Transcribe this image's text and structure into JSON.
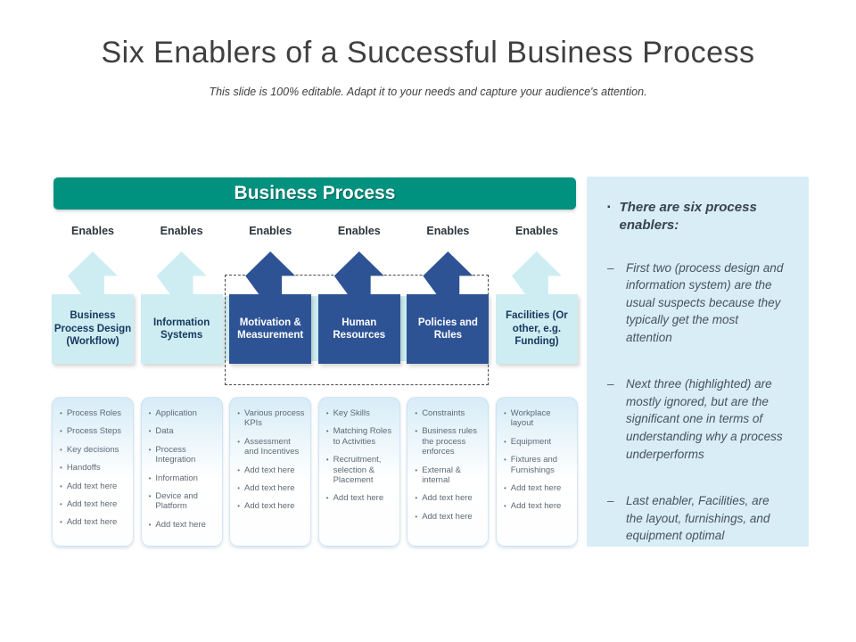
{
  "slide": {
    "title": "Six Enablers of a Successful Business Process",
    "subtitle": "This slide is 100% editable. Adapt it to your needs and capture your audience's attention."
  },
  "markers": {
    "card": "•",
    "heading": "▪",
    "point": "–"
  },
  "diagram": {
    "banner": "Business Process",
    "enables_label": "Enables",
    "columns": [
      {
        "name": "Business Process Design (Workflow)",
        "highlighted": false,
        "items": [
          "Process Roles",
          "Process Steps",
          "Key decisions",
          "Handoffs",
          "Add text here",
          "Add text here",
          "Add text here"
        ]
      },
      {
        "name": "Information Systems",
        "highlighted": false,
        "items": [
          "Application",
          "Data",
          "Process Integration",
          "Information",
          "Device and Platform",
          "Add text here"
        ]
      },
      {
        "name": "Motivation & Measurement",
        "highlighted": true,
        "items": [
          "Various process KPIs",
          "Assessment and Incentives",
          "Add text here",
          "Add text here",
          "Add text here"
        ]
      },
      {
        "name": "Human Resources",
        "highlighted": true,
        "items": [
          "Key Skills",
          "Matching Roles to Activities",
          "Recruitment, selection & Placement",
          "Add text here"
        ]
      },
      {
        "name": "Policies and Rules",
        "highlighted": true,
        "items": [
          "Constraints",
          "Business rules the process enforces",
          "External & internal",
          "Add text here",
          "Add text here"
        ]
      },
      {
        "name": "Facilities (Or other, e.g. Funding)",
        "highlighted": false,
        "items": [
          "Workplace layout",
          "Equipment",
          "Fixtures and Furnishings",
          "Add text here",
          "Add text here"
        ]
      }
    ]
  },
  "sidebar": {
    "heading": "There are six process enablers:",
    "points": [
      "First two (process design and information system) are the usual suspects because they typically get the most attention",
      "Next three (highlighted) are mostly ignored, but are the significant one in terms of understanding why a process underperforms",
      "Last enabler, Facilities, are the layout, furnishings, and equipment optimal"
    ]
  },
  "colors": {
    "teal": "#00917F",
    "light_cyan": "#CDEDF2",
    "dark_blue": "#2E5395",
    "navy_text": "#17375E",
    "panel_bg": "#D9EDF7"
  }
}
